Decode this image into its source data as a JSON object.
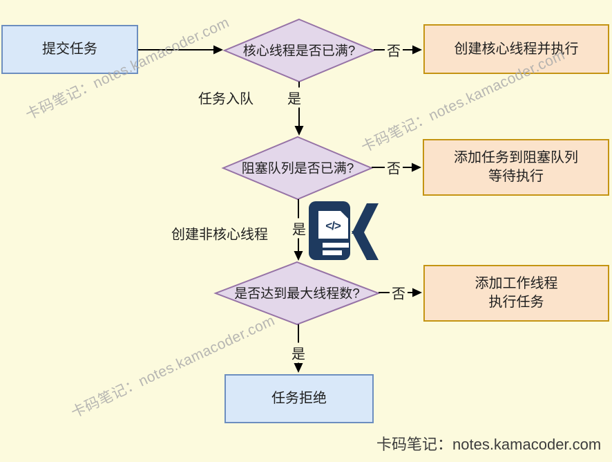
{
  "nodes": {
    "submit": "提交任务",
    "core_full_q": "核心线程是否已满?",
    "create_core": "创建核心线程并执行",
    "queue_full_q": "阻塞队列是否已满?",
    "enqueue_line1": "添加任务到阻塞队列",
    "enqueue_line2": "等待执行",
    "max_threads_q": "是否达到最大线程数?",
    "worker_line1": "添加工作线程",
    "worker_line2": "执行任务",
    "reject": "任务拒绝"
  },
  "edge_labels": {
    "no": "否",
    "yes": "是",
    "task_enqueue": "任务入队",
    "create_noncore": "创建非核心线程"
  },
  "logo": {
    "name": "kamacoder-logo",
    "code_glyph": "</>"
  },
  "watermark": {
    "text": "卡码笔记：notes.kamacoder.com"
  },
  "footer": {
    "text": "卡码笔记：notes.kamacoder.com"
  },
  "colors": {
    "background": "#FCFADD",
    "process_fill": "#D9E8F9",
    "process_border": "#6C8EBF",
    "decision_fill": "#E3D7EA",
    "decision_border": "#9673A6",
    "result_fill": "#FBE3CB",
    "result_border": "#C49412",
    "arrow": "#000000",
    "watermark_gray": "#ABABAB",
    "footer_text": "#3C3C3C",
    "logo_navy": "#1E3A5F"
  }
}
